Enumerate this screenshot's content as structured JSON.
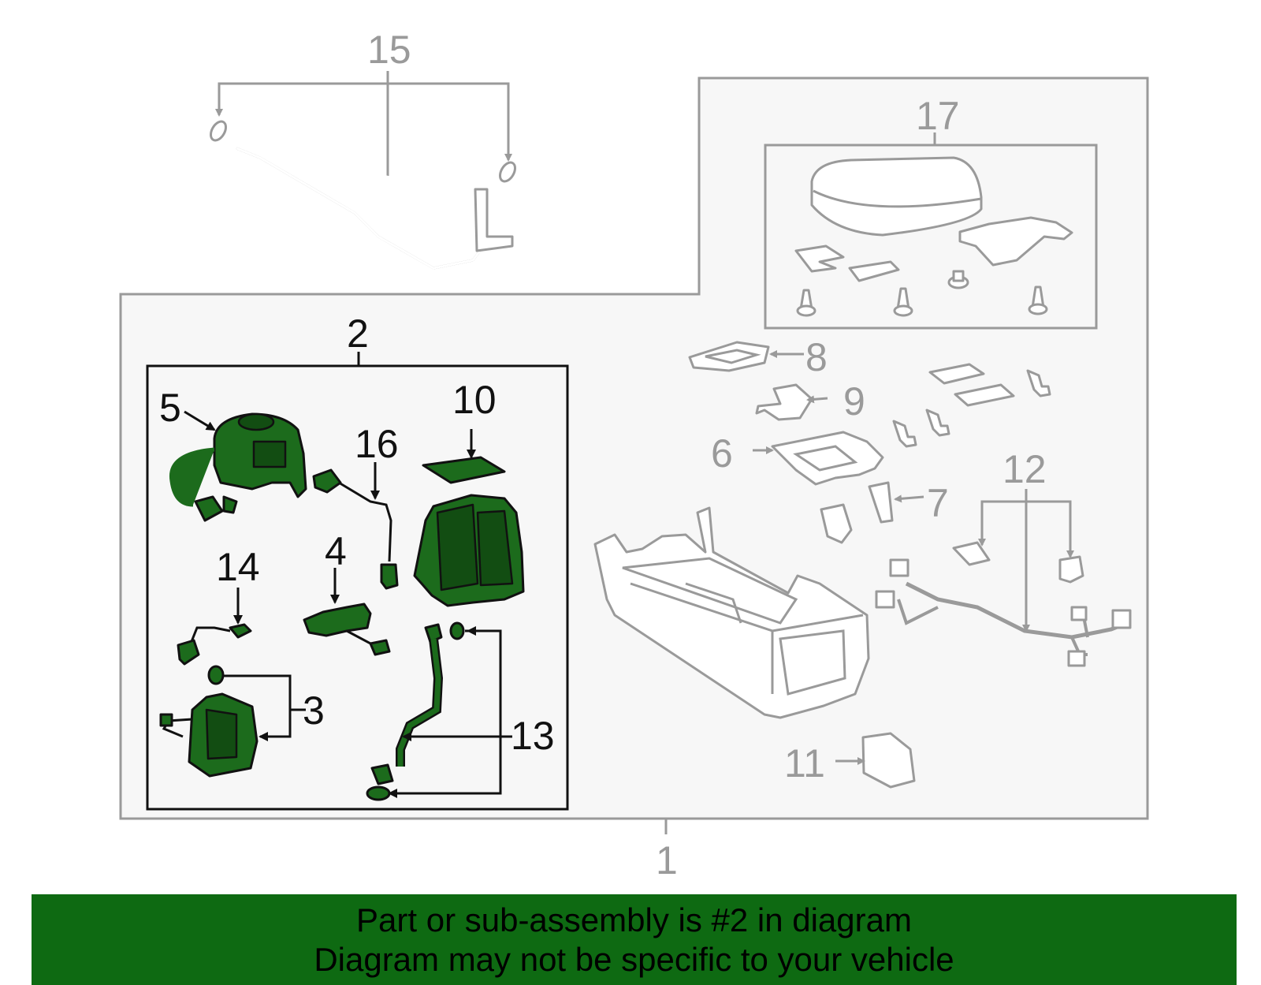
{
  "callouts": {
    "c1": "1",
    "c2": "2",
    "c3": "3",
    "c4": "4",
    "c5": "5",
    "c6": "6",
    "c7": "7",
    "c8": "8",
    "c9": "9",
    "c10": "10",
    "c11": "11",
    "c12": "12",
    "c13": "13",
    "c14": "14",
    "c15": "15",
    "c16": "16",
    "c17": "17"
  },
  "banner": {
    "line1": "Part or sub-assembly is #2 in diagram",
    "line2": "Diagram may not be specific to your vehicle"
  },
  "colors": {
    "highlight_green": "#1c6b1c",
    "banner_green": "#0e6a12",
    "outline_grey": "#9a9a9a",
    "panel_fill": "#f7f7f7"
  }
}
